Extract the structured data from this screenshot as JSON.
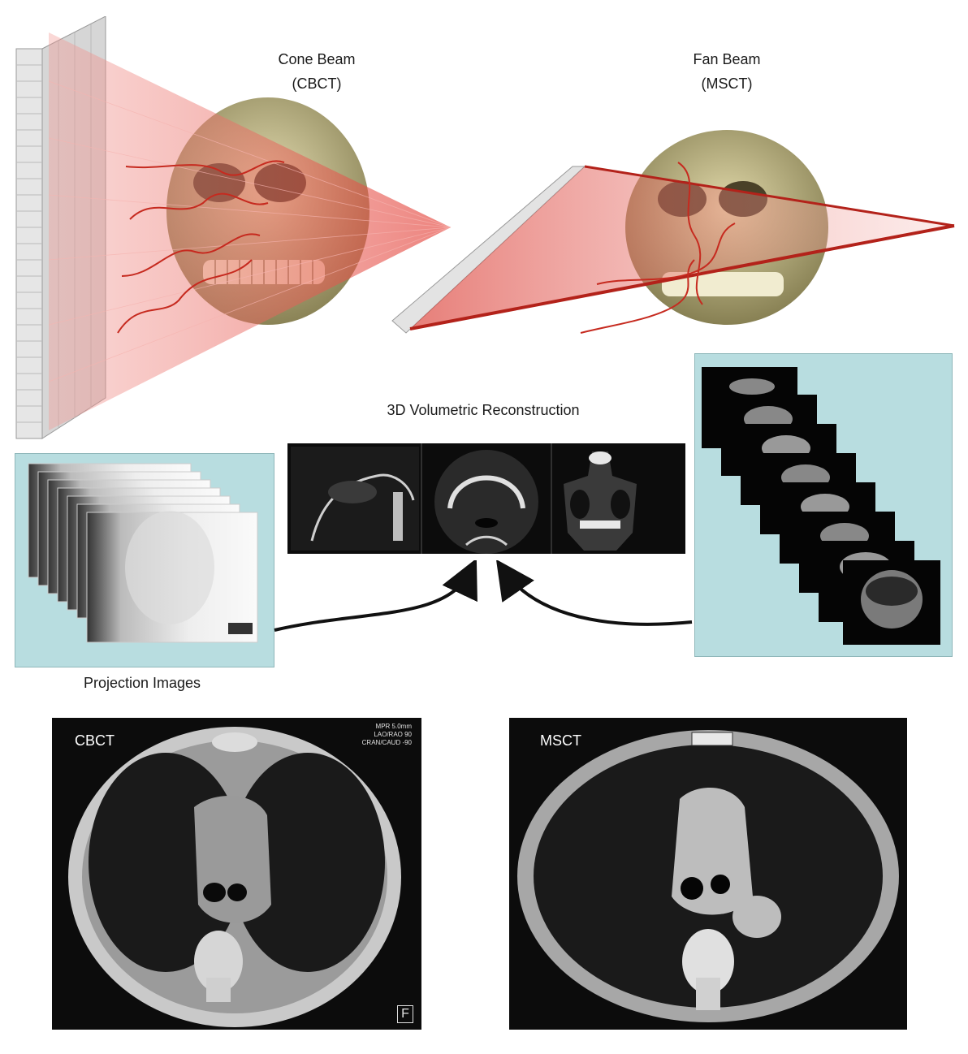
{
  "top": {
    "cone_beam": {
      "line1": "Cone Beam",
      "line2": "(CBCT)"
    },
    "fan_beam": {
      "line1": "Fan Beam",
      "line2": "(MSCT)"
    }
  },
  "middle": {
    "reconstruction_title": "3D Volumetric Reconstruction",
    "projection_caption": "Projection Images"
  },
  "bottom": {
    "cbct_label": "CBCT",
    "cbct_overlay": [
      "MPR 5.0mm",
      "LAO/RAO 90",
      "CRAN/CAUD -90"
    ],
    "cbct_corner_marker": "F",
    "msct_label": "MSCT"
  },
  "colors": {
    "beam_red": "#d9342b",
    "panel_bg": "#b8dde0",
    "skull_tint": "#b8ad72",
    "scan_bg": "#0c0c0c"
  }
}
